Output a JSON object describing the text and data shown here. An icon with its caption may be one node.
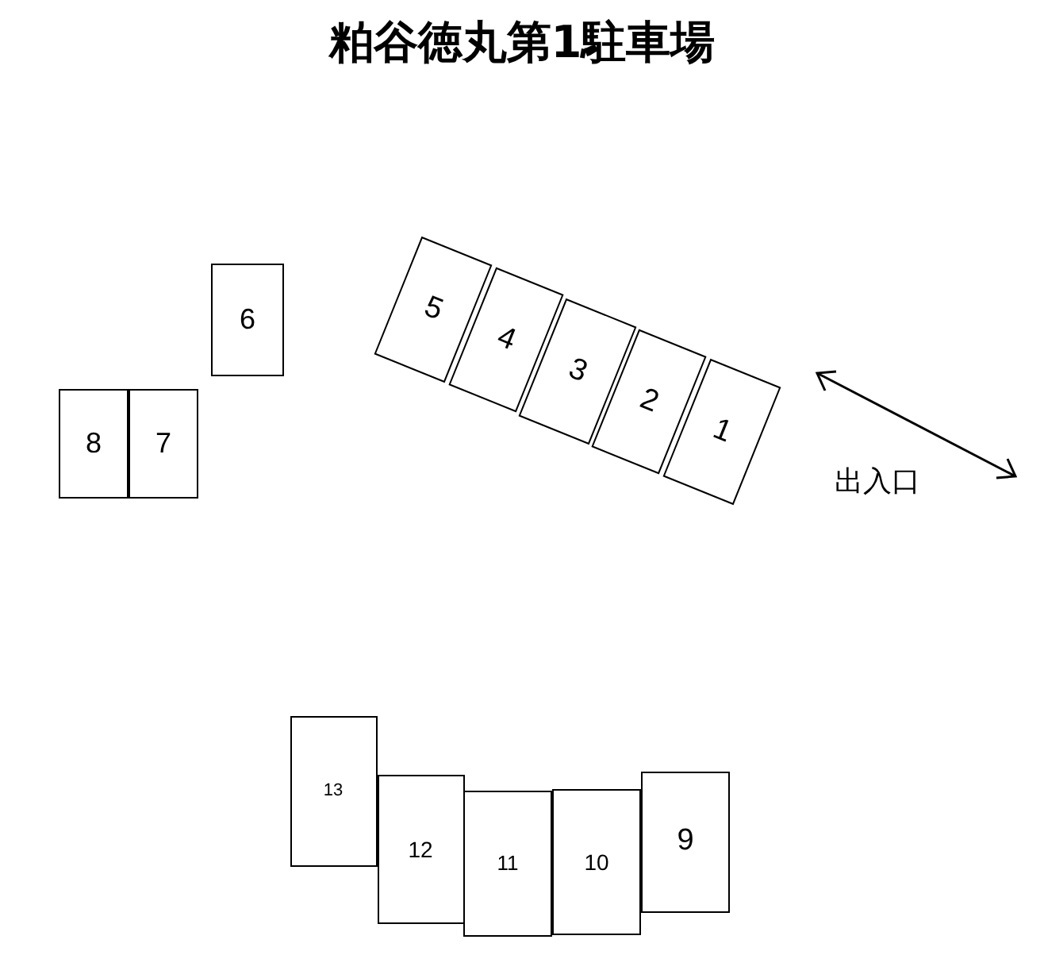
{
  "diagram": {
    "title": "粕谷徳丸第1駐車場",
    "nodes": [
      {
        "text": [
          "1"
        ]
      },
      {
        "text": [
          "2"
        ]
      },
      {
        "text": [
          "3"
        ]
      },
      {
        "text": [
          "4"
        ]
      },
      {
        "text": [
          "5"
        ]
      },
      {
        "text": [
          "6"
        ]
      },
      {
        "text": [
          "7"
        ]
      },
      {
        "text": [
          "8"
        ]
      },
      {
        "text": [
          "9"
        ]
      },
      {
        "text": [
          "10"
        ]
      },
      {
        "text": [
          "11"
        ]
      },
      {
        "text": [
          "12"
        ]
      },
      {
        "text": [
          "13"
        ]
      }
    ],
    "labels": [
      "出入口"
    ]
  }
}
